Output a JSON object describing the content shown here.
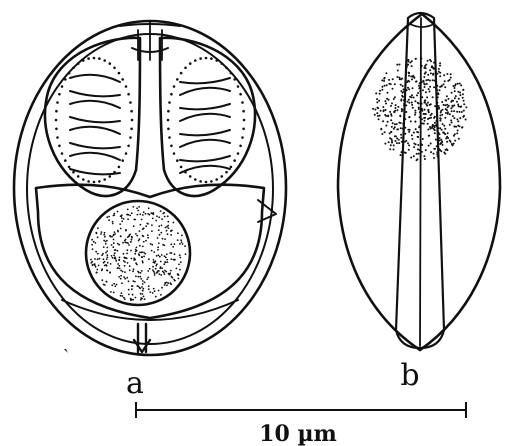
{
  "figure": {
    "panel_a_label": "a",
    "panel_b_label": "b",
    "scale_bar_label": "10 µm",
    "ink_color": "#111111",
    "background_color": "#ffffff"
  }
}
